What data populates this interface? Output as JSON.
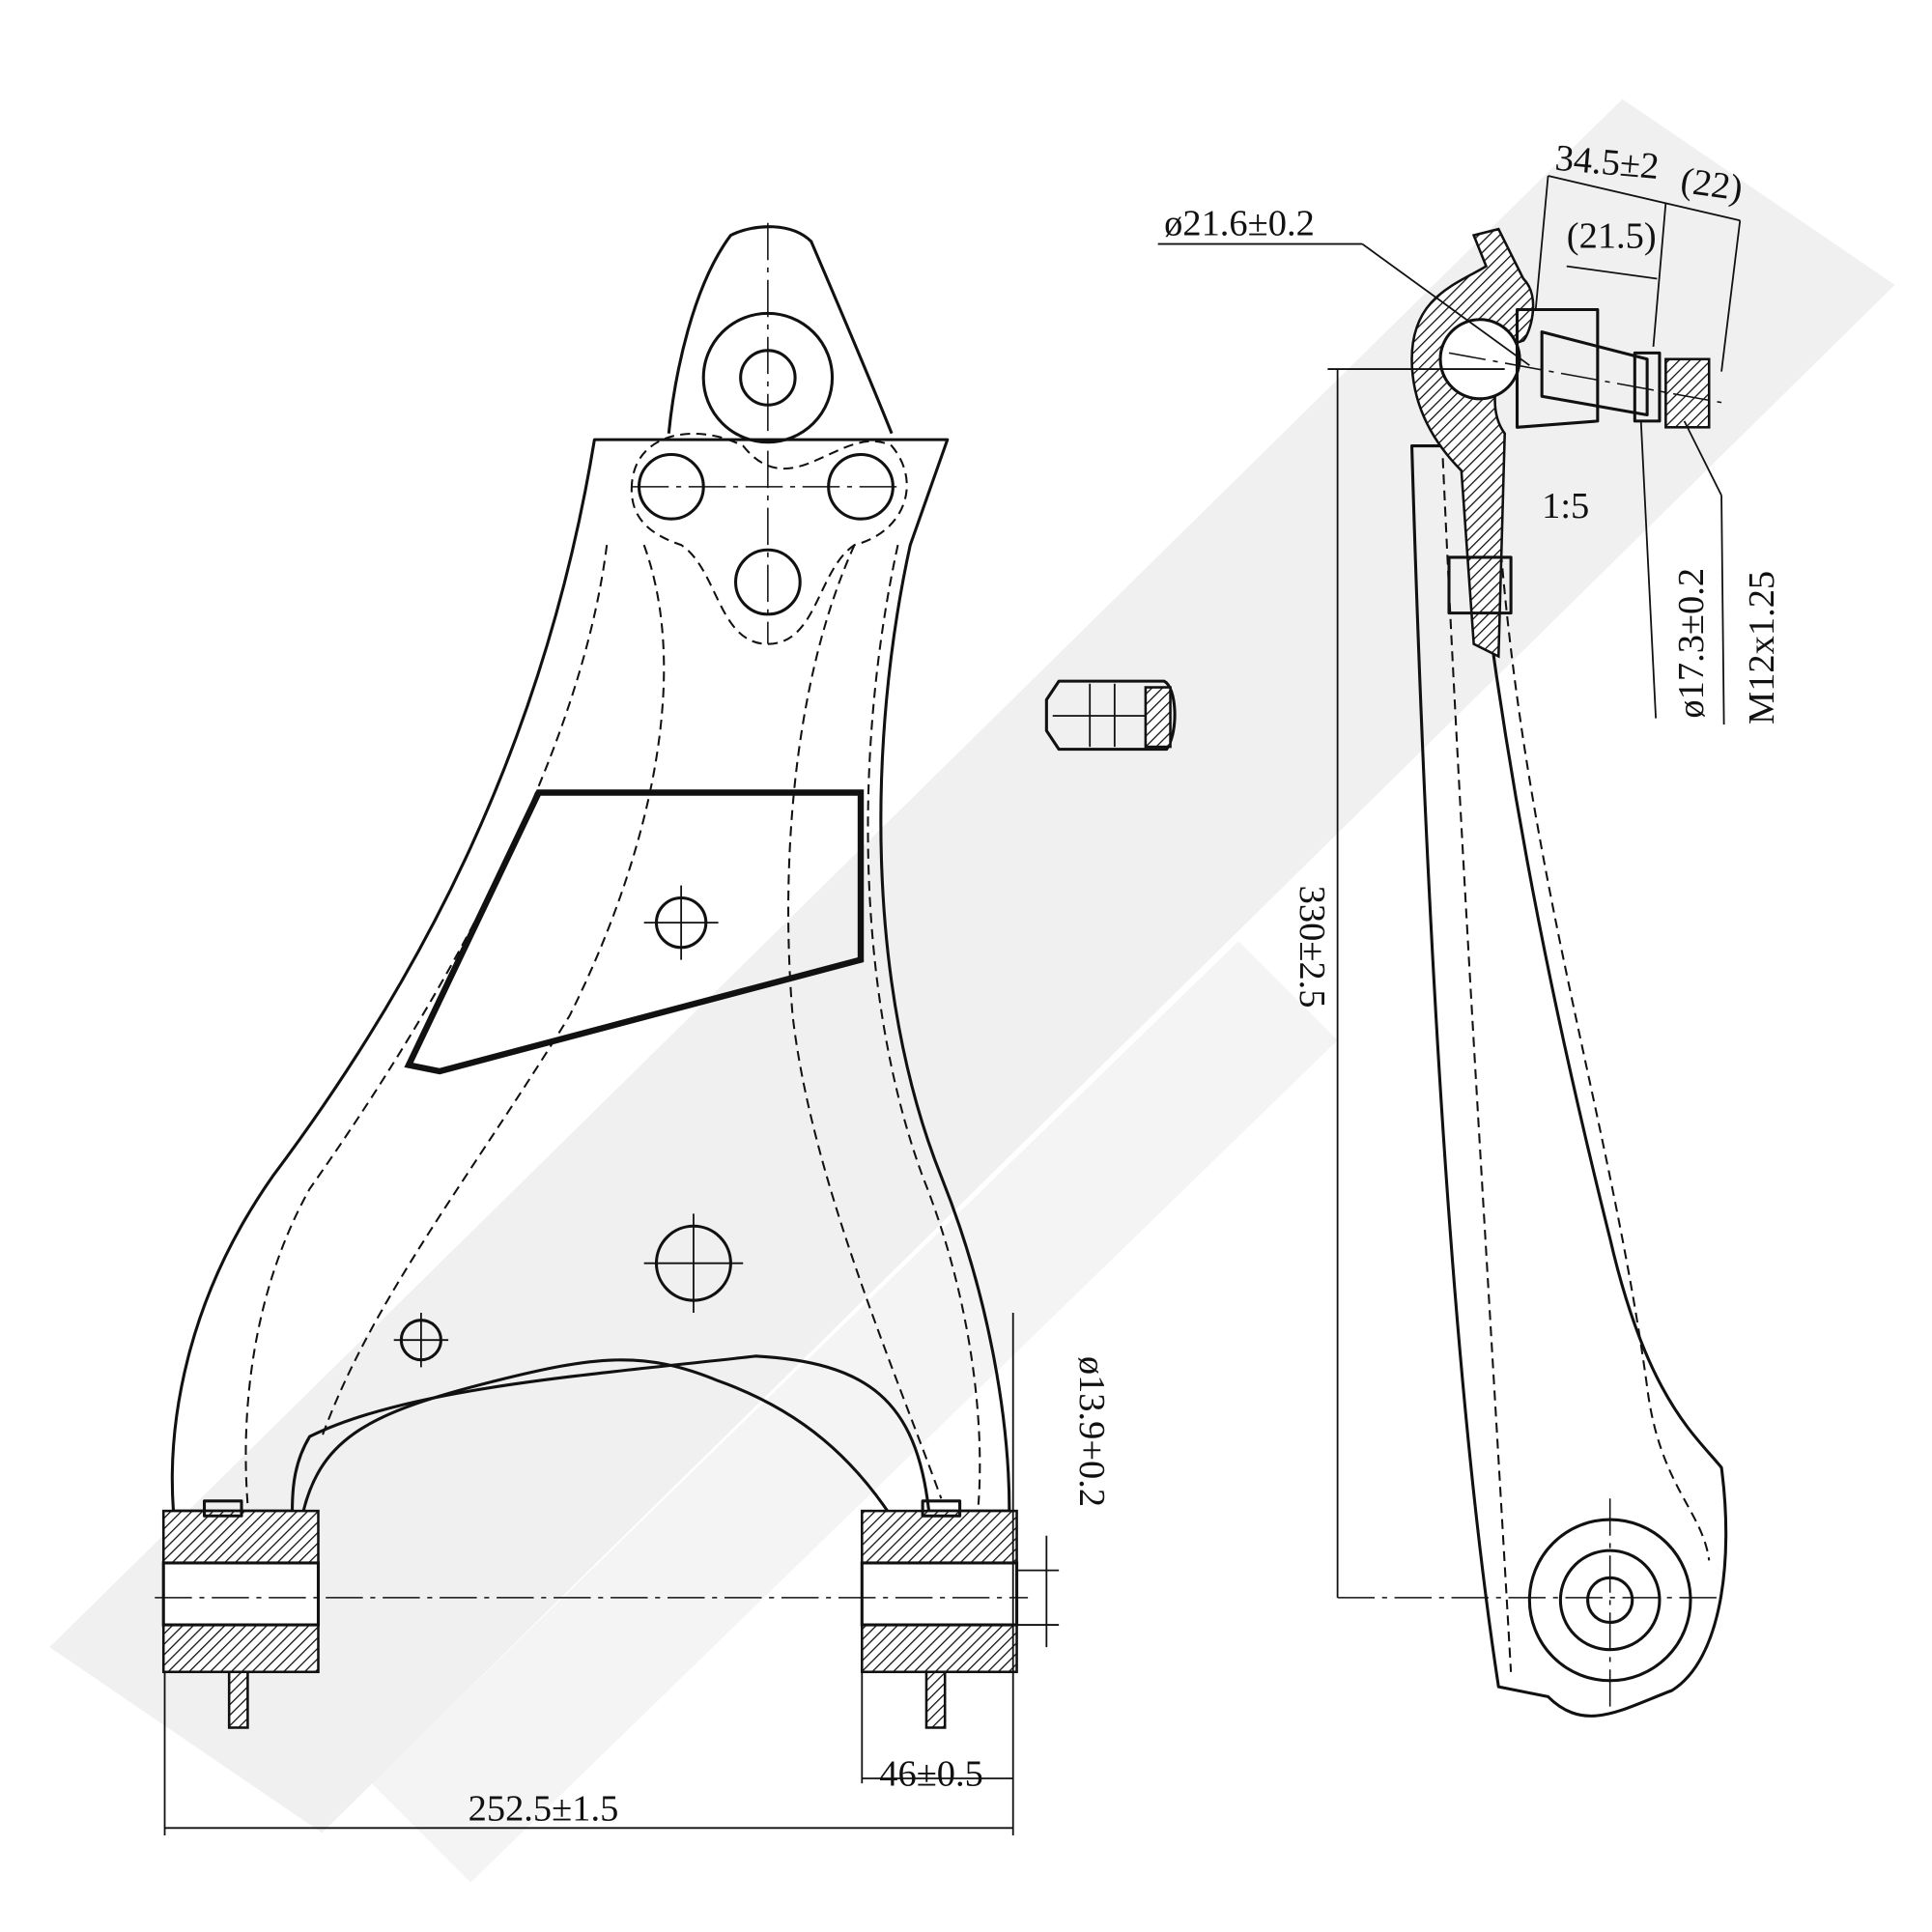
{
  "drawing": {
    "title_views": [
      "front-view",
      "side-view",
      "nut-detail"
    ],
    "dimensions": {
      "ball_diameter": "ø21.6±0.2",
      "stud_length": "34.5±2",
      "thread_length": "(22)",
      "taper_length": "(21.5)",
      "taper_ratio": "1:5",
      "taper_diameter": "ø17.3±0.2",
      "thread": "M12x1.25",
      "height": "330±2.5",
      "bushing_bore": "ø13.9+0.2",
      "bushing_width": "46±0.5",
      "bushing_span": "252.5±1.5"
    },
    "watermark_color": "#f0f0f0",
    "line_color": "#111111"
  }
}
